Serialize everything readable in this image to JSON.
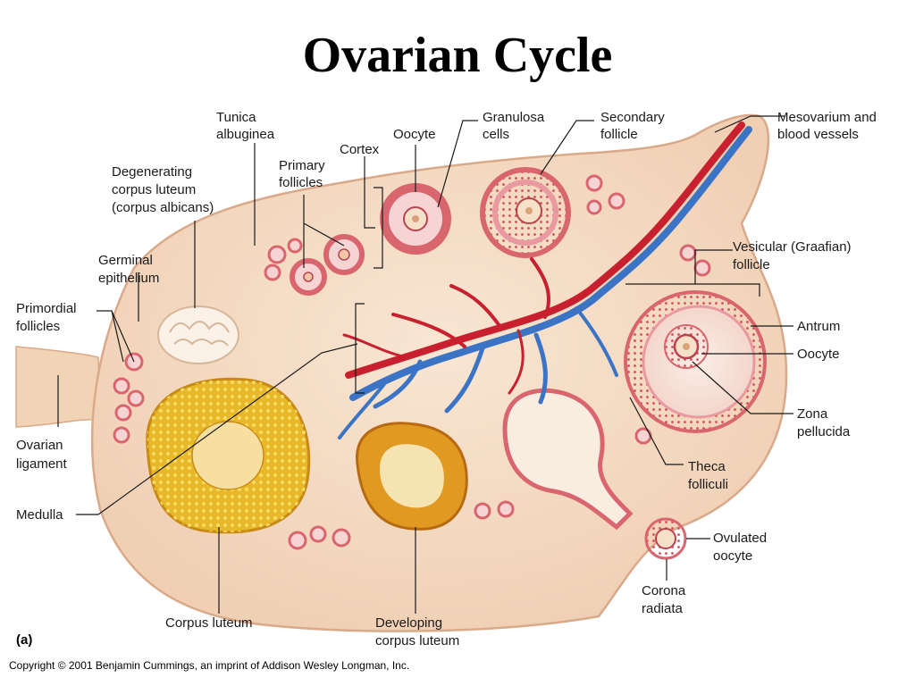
{
  "title": "Ovarian Cycle",
  "panel_label": "(a)",
  "copyright": "Copyright © 2001 Benjamin Cummings, an imprint of Addison Wesley Longman, Inc.",
  "labels": {
    "tunica": [
      "Tunica",
      "albuginea"
    ],
    "oocyte_top": [
      "Oocyte"
    ],
    "granulosa": [
      "Granulosa",
      "cells"
    ],
    "secondary": [
      "Secondary",
      "follicle"
    ],
    "mesovarium": [
      "Mesovarium and",
      "blood vessels"
    ],
    "cortex": [
      "Cortex"
    ],
    "primary": [
      "Primary",
      "follicles"
    ],
    "degenerating": [
      "Degenerating",
      "corpus luteum",
      "(corpus albicans)"
    ],
    "germinal": [
      "Germinal",
      "epithelium"
    ],
    "primordial": [
      "Primordial",
      "follicles"
    ],
    "vesicular": [
      "Vesicular (Graafian)",
      "follicle"
    ],
    "antrum": [
      "Antrum"
    ],
    "oocyte_right": [
      "Oocyte"
    ],
    "zona": [
      "Zona",
      "pellucida"
    ],
    "ovarian_ligament": [
      "Ovarian",
      "ligament"
    ],
    "medulla": [
      "Medulla"
    ],
    "theca": [
      "Theca",
      "folliculi"
    ],
    "ovulated": [
      "Ovulated",
      "oocyte"
    ],
    "corona": [
      "Corona",
      "radiata"
    ],
    "corpus_luteum": [
      "Corpus luteum"
    ],
    "developing": [
      "Developing",
      "corpus luteum"
    ]
  },
  "colors": {
    "ovary_fill": "#f3d9c0",
    "ovary_edge": "#d9a98a",
    "follicle": "#d9656e",
    "artery": "#c8202e",
    "vein": "#3b74c4",
    "luteum": "#e8b828",
    "luteum_edge": "#c98a14"
  }
}
